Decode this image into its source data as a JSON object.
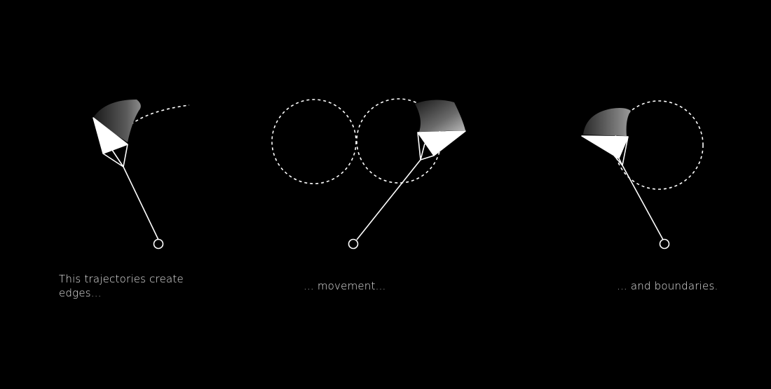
{
  "colors": {
    "background": "#000000",
    "stroke": "#ffffff",
    "text": "#e6e6e6"
  },
  "panels": [
    {
      "caption_line1": "This trajectories create",
      "caption_line2": "edges..."
    },
    {
      "caption": "... movement..."
    },
    {
      "caption": "... and boundaries."
    }
  ]
}
